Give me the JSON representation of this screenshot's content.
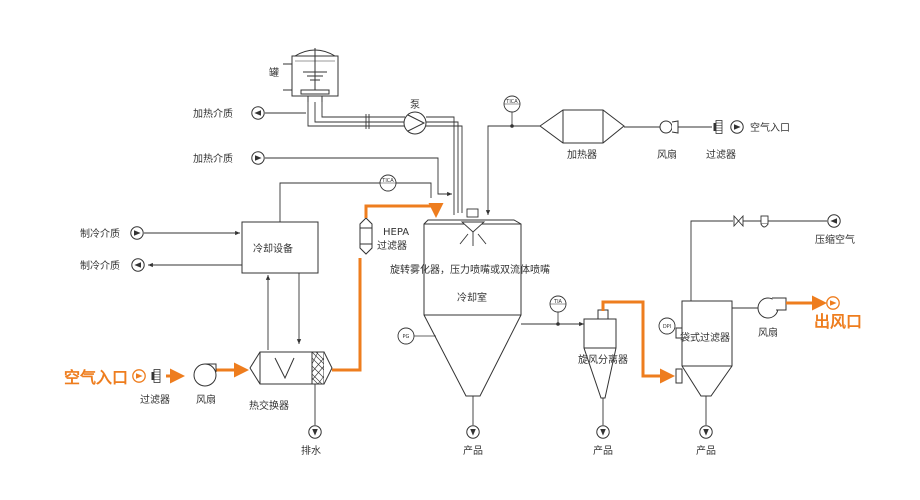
{
  "colors": {
    "line": "#333333",
    "flow": "#ee7d1e",
    "fill": "#ffffff",
    "text": "#333333"
  },
  "labels": {
    "tank": "罐",
    "pump": "泵",
    "heater": "加热器",
    "fan": "风扇",
    "filter": "过滤器",
    "air_inlet": "空气入口",
    "heat_medium_out": "加热介质",
    "heat_medium_in": "加热介质",
    "refrig_in": "制冷介质",
    "refrig_out": "制冷介质",
    "cooling_unit": "冷却设备",
    "hepa_line1": "HEPA",
    "hepa_line2": "过滤器",
    "atomizer": "旋转雾化器，压力喷嘴或双流体喷嘴",
    "cooling_chamber": "冷却室",
    "cyclone": "旋风分离器",
    "bag_filter": "袋式过滤器",
    "compressed_air": "压缩空气",
    "exhaust_fan": "风扇",
    "outlet": "出风口",
    "main_inlet": "空气入口",
    "inlet_filter": "过滤器",
    "inlet_fan": "风扇",
    "heat_exchanger": "热交换器",
    "drain": "排水",
    "product_1": "产品",
    "product_2": "产品",
    "product_3": "产品"
  },
  "instruments": {
    "tica_heater": "TICA",
    "tica_cooler": "TICA",
    "tia": "TIA",
    "pg": "PG",
    "dpi": "DPI"
  },
  "icons": [
    "arrow-in-icon",
    "arrow-out-icon",
    "arrow-down-icon",
    "valve-icon",
    "filter-icon"
  ]
}
